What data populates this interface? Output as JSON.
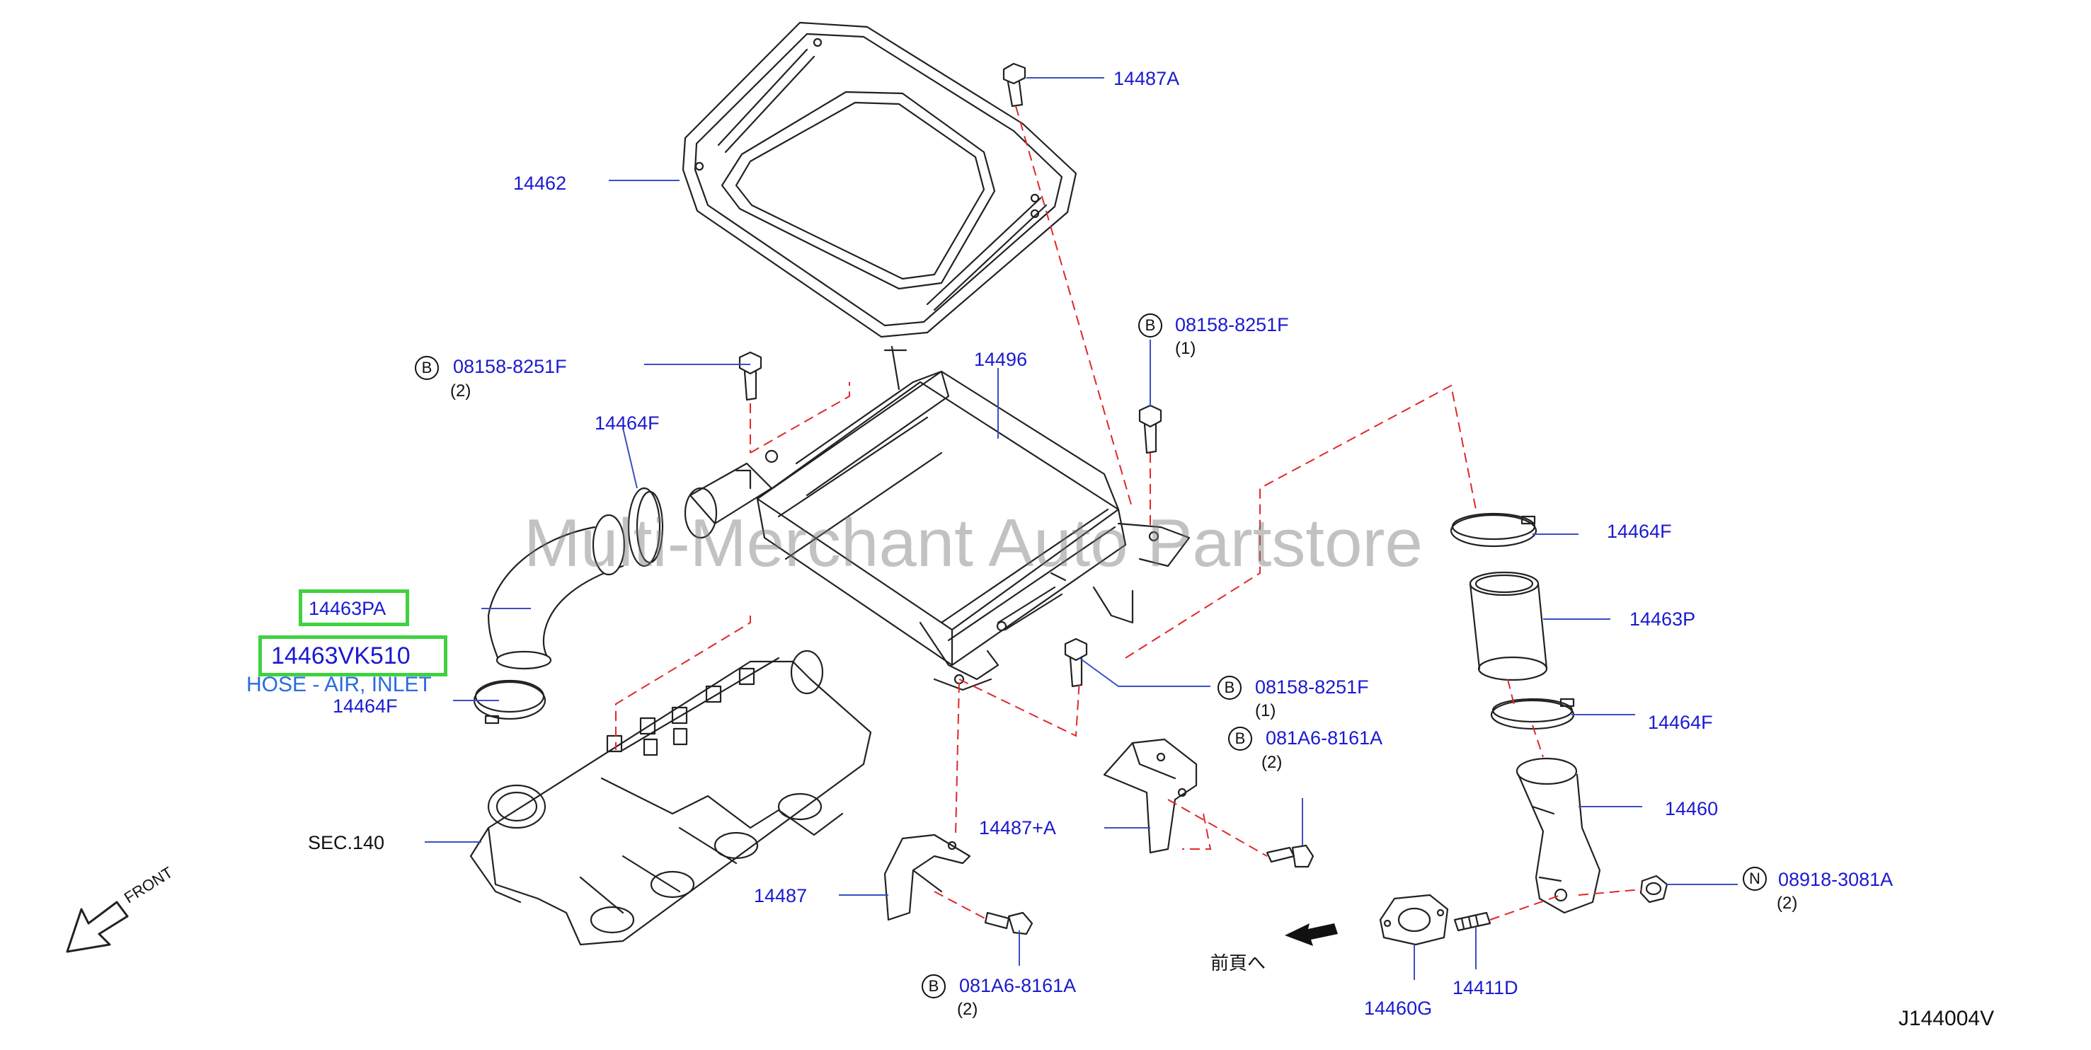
{
  "labels": {
    "p14487A": "14487A",
    "p14462": "14462",
    "b1_code": "08158-8251F",
    "b1_qty": "(1)",
    "b2_code": "08158-8251F",
    "b2_qty": "(2)",
    "p14496": "14496",
    "p14464F_a": "14464F",
    "p14464F_b": "14464F",
    "p14464F_c": "14464F",
    "p14464F_d": "14464F",
    "p14463PA": "14463PA",
    "p14463VK510": "14463VK510",
    "desc": "HOSE - AIR, INLET",
    "p14463P": "14463P",
    "b3_code": "08158-8251F",
    "b3_qty": "(1)",
    "b4_code": "081A6-8161A",
    "b4_qty": "(2)",
    "p14487A_plus": "14487+A",
    "p14460": "14460",
    "sec140": "SEC.140",
    "p14487": "14487",
    "n_code": "08918-3081A",
    "n_qty": "(2)",
    "front": "FRONT",
    "zenpe": "前頁へ",
    "b5_code": "081A6-8161A",
    "b5_qty": "(2)",
    "p14460G": "14460G",
    "p14411D": "14411D",
    "diagram_id": "J144004V",
    "letter_b": "B",
    "letter_n": "N"
  },
  "watermark": "Multi-Merchant Auto Partstore",
  "colors": {
    "part_label": "#1a1ad0",
    "highlight_box": "#3fd23f",
    "description": "#2a6ae0",
    "dashed_line": "#e0282a",
    "line_art": "#222222"
  }
}
